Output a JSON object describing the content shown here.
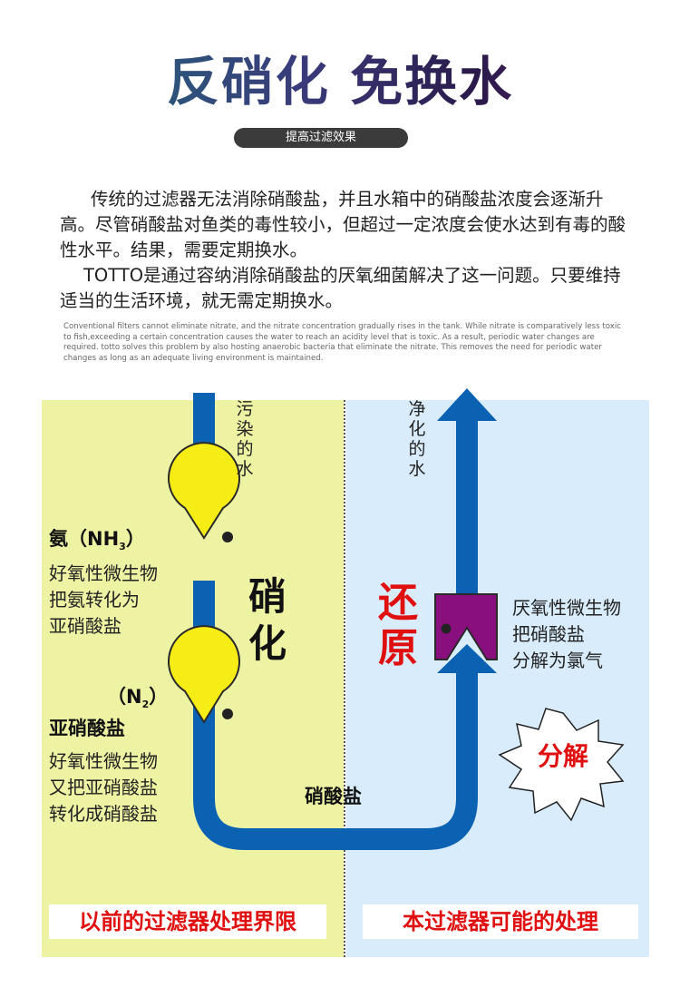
{
  "title": "反硝化 免换水",
  "subtitle": "提高过滤效果",
  "intro": {
    "paragraph1": "传统的过滤器无法消除硝酸盐，并且水箱中的硝酸盐浓度会逐渐升高。尽管硝酸盐对鱼类的毒性较小，但超过一定浓度会使水达到有毒的酸性水平。结果，需要定期换水。",
    "paragraph2": "TOTTO是通过容纳消除硝酸盐的厌氧细菌解决了这一问题。只要维持适当的生活环境，就无需定期换水。"
  },
  "english_text": "Conventional filters cannot eliminate nitrate, and the nitrate concentration gradually rises in the tank. While nitrate is comparatively less toxic to fish,exceeding a certain concentration causes the water to reach an acidity level that is toxic. As a result, periodic water changes are required. totto solves this problem by also hosting anaerobic bacteria that eliminate the nitrate. This removes the need for periodic water changes as long as an adequate living environment is maintained.",
  "diagram": {
    "polluted_water": "污染的水",
    "purified_water": "净化的水",
    "ammonia_main": "氨（NH",
    "ammonia_sub": "3",
    "ammonia_close": "）",
    "aerobic_step1": [
      "好氧性微生物",
      "把氨转化为",
      "亚硝酸盐"
    ],
    "nitrogen_open": "（N",
    "nitrogen_sub": "2",
    "nitrogen_close": "）",
    "nitrite": "亚硝酸盐",
    "aerobic_step2": [
      "好氧性微生物",
      "又把亚硝酸盐",
      "转化成硝酸盐"
    ],
    "nitrification": "硝化",
    "reduction": "还原",
    "nitrate": "硝酸盐",
    "anaerobic": [
      "厌氧性微生物",
      "把硝酸盐",
      "分解为氯气"
    ],
    "decompose": "分解",
    "left_bottom_label": "以前的过滤器处理界限",
    "right_bottom_label": "本过滤器可能的处理"
  },
  "colors": {
    "left_panel": "#eef3a3",
    "right_panel": "#d9ecfb",
    "pipe_blue": "#0b62b3",
    "pacman_yellow": "#f6ec16",
    "anaerobe_purple": "#8a0f7e",
    "accent_red": "#e01010"
  }
}
